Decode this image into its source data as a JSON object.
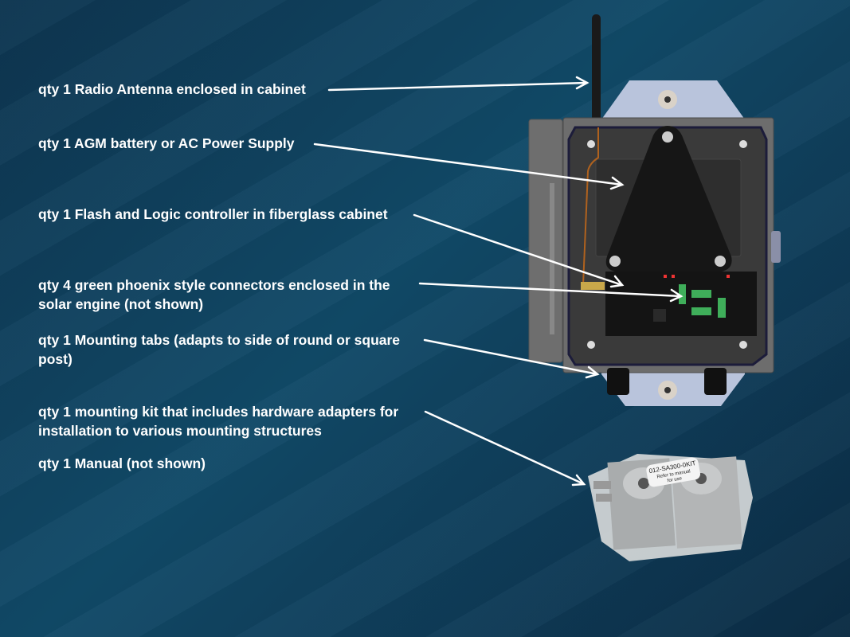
{
  "labels": [
    {
      "line1": "qty 1 Radio Antenna enclosed in cabinet"
    },
    {
      "line1": "qty 1 AGM battery or AC Power Supply"
    },
    {
      "line1": "qty 1 Flash and Logic controller in fiberglass cabinet"
    },
    {
      "line1": "qty 4 green phoenix style connectors enclosed in the",
      "line2": "solar engine (not shown)"
    },
    {
      "line1": "qty 1 Mounting tabs (adapts to side of round or square",
      "line2": "post)"
    },
    {
      "line1": "qty 1 mounting kit that includes hardware adapters for",
      "line2": "installation to various mounting structures"
    },
    {
      "line1": "qty 1 Manual (not shown)"
    }
  ],
  "kit_tag": {
    "line1": "012-SA300-0KIT",
    "line2": "Refer to manual",
    "line3": "for use"
  },
  "colors": {
    "text": "#ffffff",
    "arrow": "#ffffff",
    "background": "#114a68",
    "connector": "#3fae5a"
  }
}
